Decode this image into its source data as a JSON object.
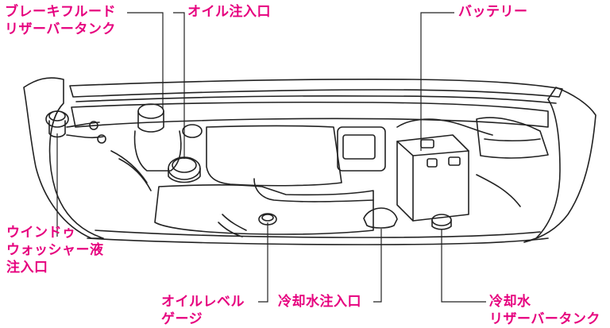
{
  "labels": {
    "brake_fluid": [
      "ブレーキフルード",
      "リザーバータンク"
    ],
    "oil_filler": [
      "オイル注入口"
    ],
    "battery": [
      "バッテリー"
    ],
    "washer_fluid": [
      "ウインドゥ",
      "ウォッシャー液",
      "注入口"
    ],
    "oil_level": [
      "オイルレベル",
      "ゲージ"
    ],
    "coolant_filler": [
      "冷却水注入口"
    ],
    "coolant_reservoir": [
      "冷却水",
      "リザーバータンク"
    ]
  },
  "colors": {
    "label": "#e6007e",
    "line": "#222222",
    "fill": "#ffffff"
  }
}
